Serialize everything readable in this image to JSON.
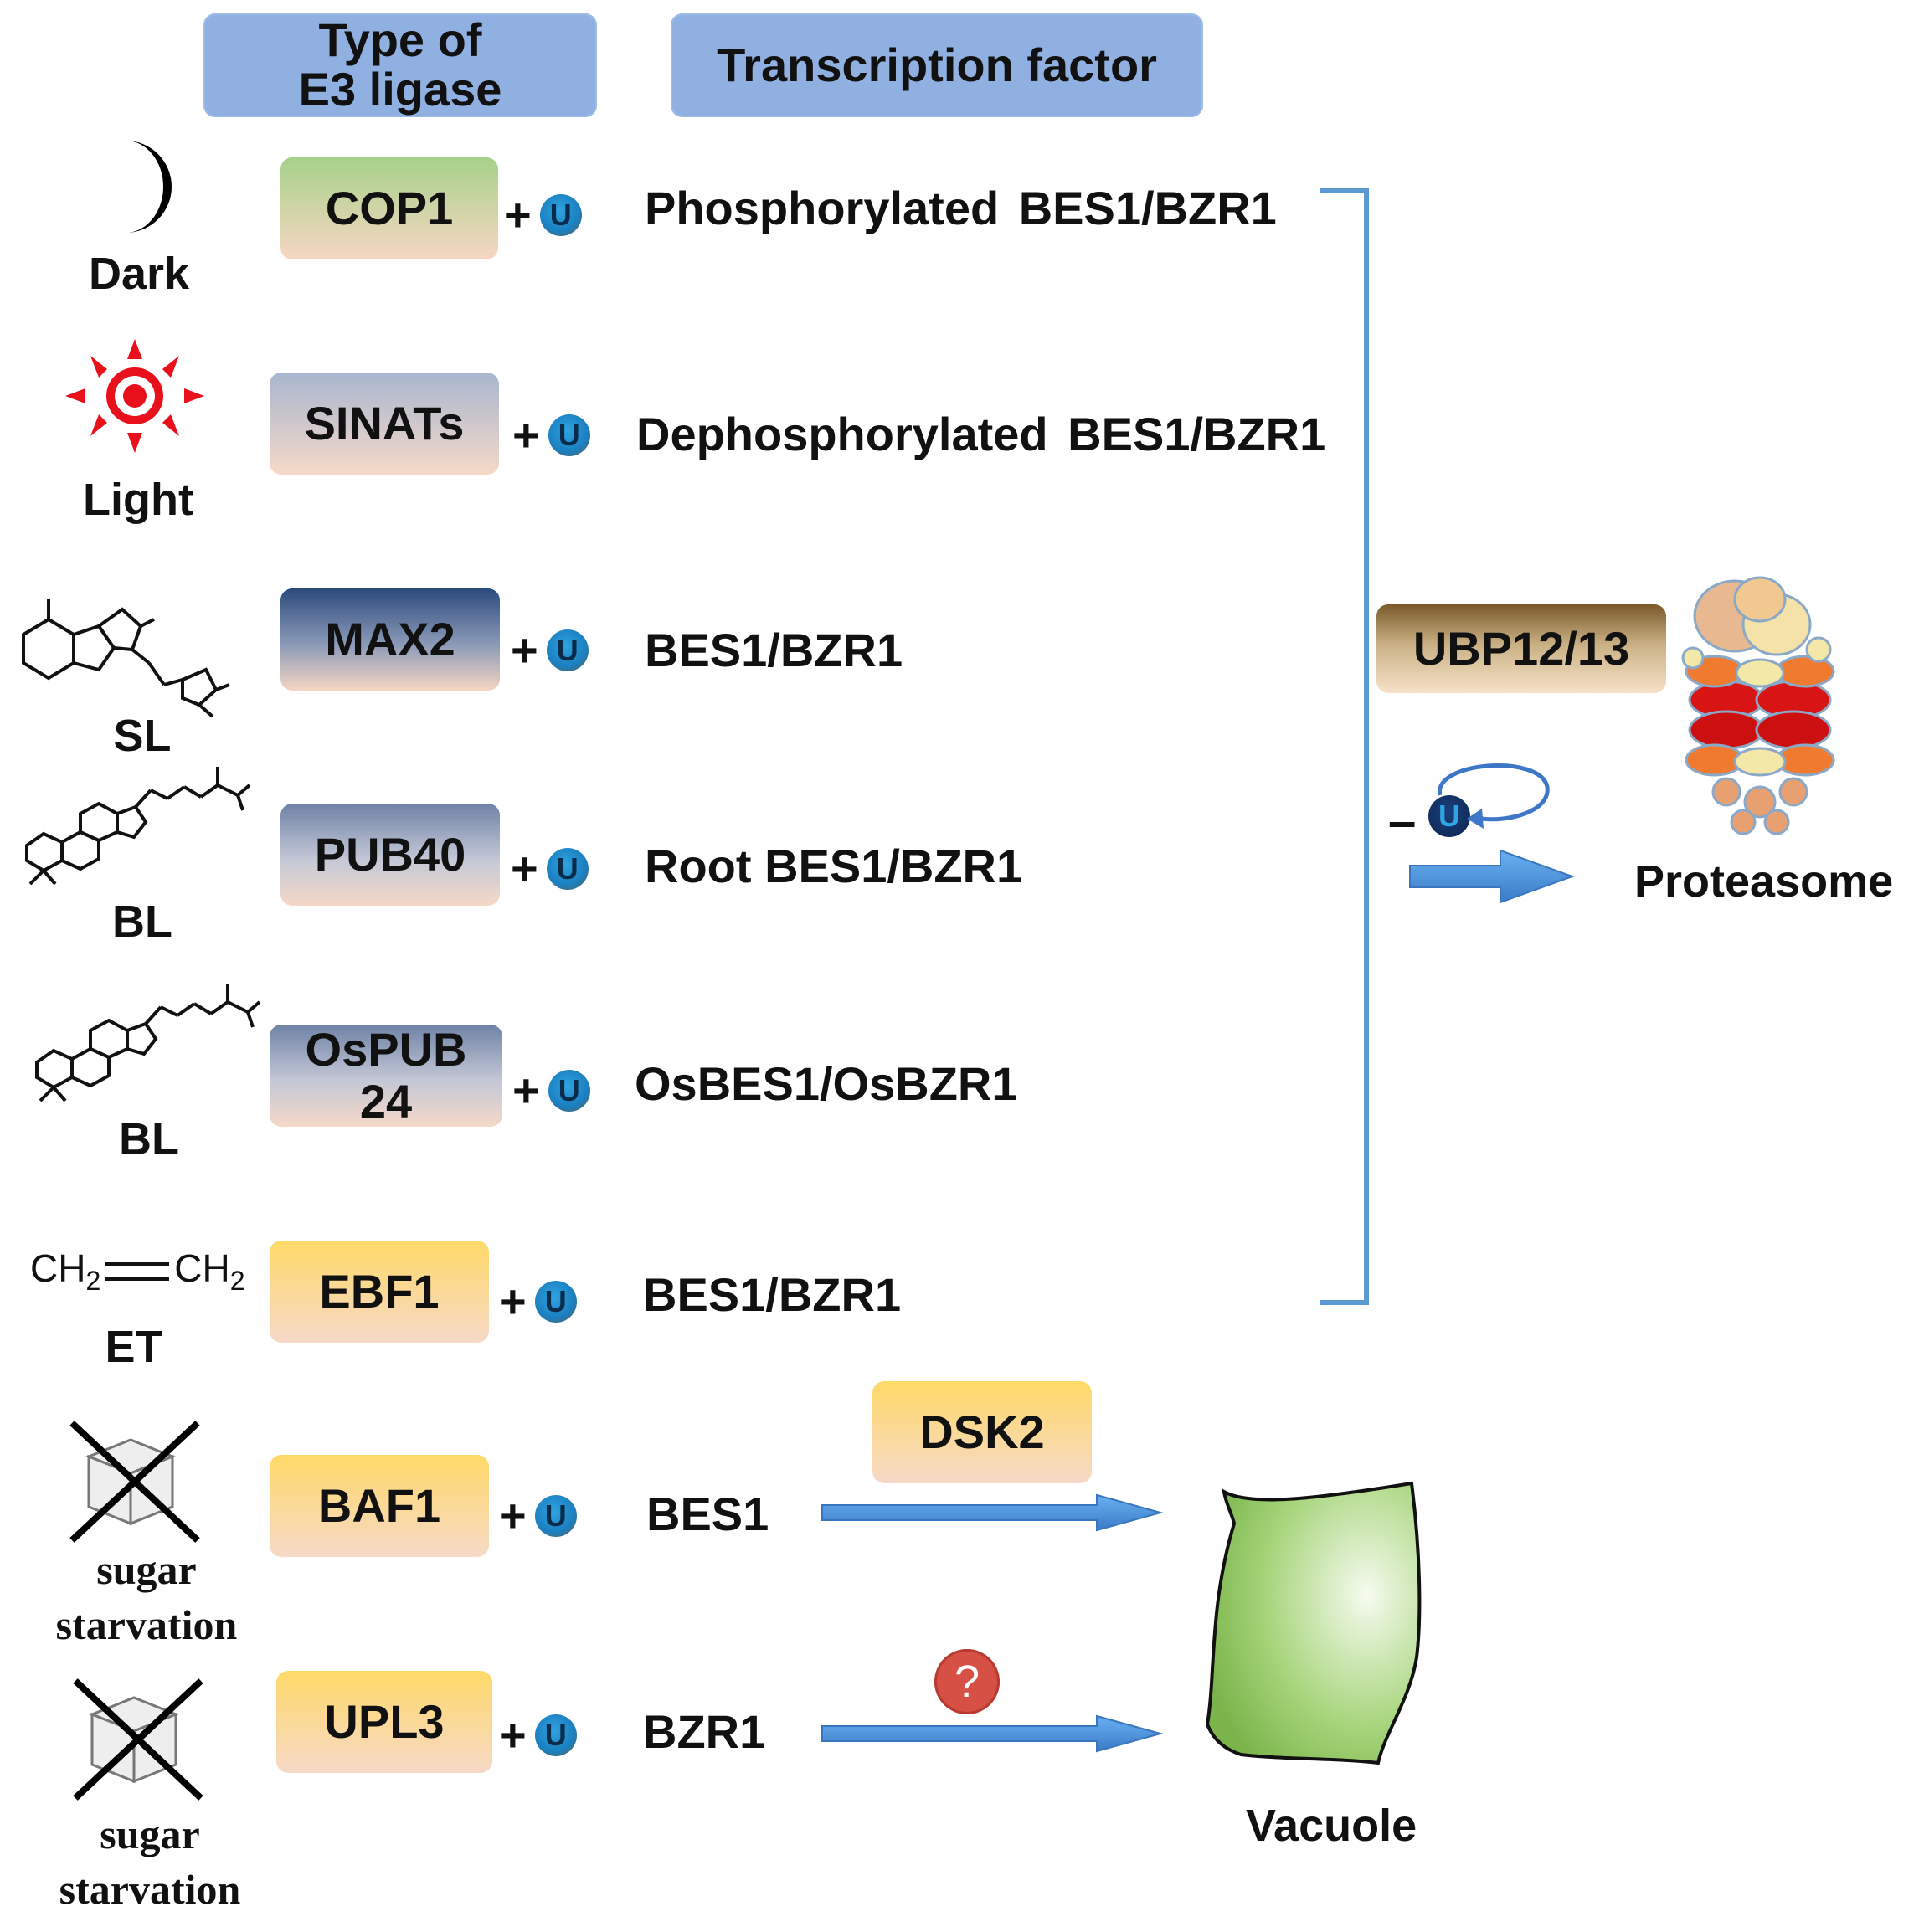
{
  "headers": {
    "e3_type": "Type of\nE3 ligase",
    "tf": "Transcription factor"
  },
  "rows": [
    {
      "stimulus": "Dark",
      "e3": "COP1",
      "tf": "Phosphorylated BES1/BZR1"
    },
    {
      "stimulus": "Light",
      "e3": "SINATs",
      "tf": "Dephosphorylated BES1/BZR1"
    },
    {
      "stimulus": "SL",
      "e3": "MAX2",
      "tf": "BES1/BZR1"
    },
    {
      "stimulus": "BL",
      "e3": "PUB40",
      "tf": "Root BES1/BZR1"
    },
    {
      "stimulus": "BL",
      "e3": "OsPUB\n24",
      "tf": "OsBES1/OsBZR1"
    },
    {
      "stimulus": "ET",
      "e3": "EBF1",
      "tf": "BES1/BZR1"
    },
    {
      "stimulus": "sugar\nstarvation",
      "e3": "BAF1",
      "tf": "BES1"
    },
    {
      "stimulus": "sugar\nstarvation",
      "e3": "UPL3",
      "tf": "BZR1"
    }
  ],
  "ethylene_formula": {
    "left": "CH",
    "sub": "2",
    "right": "CH"
  },
  "plus": "+",
  "ub_letter": "U",
  "minus": "–",
  "ubp": "UBP12/13",
  "dsk2": "DSK2",
  "proteasome": "Proteasome",
  "vacuole": "Vacuole",
  "question": "?",
  "colors": {
    "bracket": "#5b9bd5",
    "arrow": "#4f8fd6",
    "vacuole": "#8ec060",
    "question": "#d9534f"
  }
}
